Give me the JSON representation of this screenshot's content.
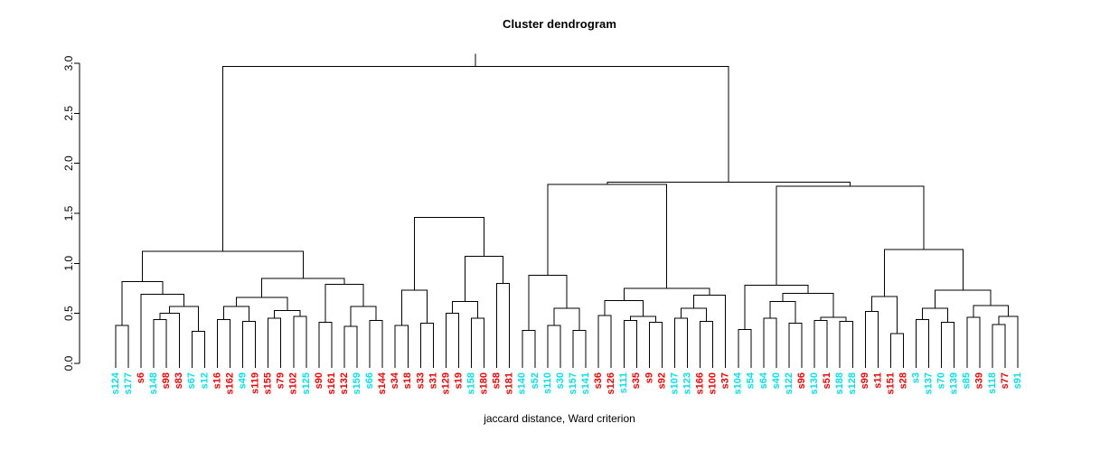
{
  "plot": {
    "title": "Cluster dendrogram",
    "xlabel": "jaccard distance, Ward criterion",
    "ylabel": ""
  },
  "chart_data": {
    "type": "dendrogram",
    "title": "Cluster dendrogram",
    "xlabel": "jaccard distance, Ward criterion",
    "ylabel": "",
    "ylim": [
      0.0,
      3.0
    ],
    "yticks": [
      "0.0",
      "0.5",
      "1.0",
      "1.5",
      "2.0",
      "2.5",
      "3.0"
    ],
    "ytick_values": [
      0.0,
      0.5,
      1.0,
      1.5,
      2.0,
      2.5,
      3.0
    ],
    "grid": false,
    "legend": "none",
    "linkage": "ward",
    "distance_metric": "jaccard",
    "label_colors": {
      "cyan": "#00e5ee",
      "red": "#ff0000"
    },
    "leaves": [
      {
        "label": "s124",
        "color": "cyan"
      },
      {
        "label": "s177",
        "color": "cyan"
      },
      {
        "label": "s6",
        "color": "red"
      },
      {
        "label": "s148",
        "color": "cyan"
      },
      {
        "label": "s98",
        "color": "red"
      },
      {
        "label": "s83",
        "color": "red"
      },
      {
        "label": "s67",
        "color": "cyan"
      },
      {
        "label": "s12",
        "color": "cyan"
      },
      {
        "label": "s16",
        "color": "red"
      },
      {
        "label": "s162",
        "color": "red"
      },
      {
        "label": "s49",
        "color": "cyan"
      },
      {
        "label": "s119",
        "color": "red"
      },
      {
        "label": "s155",
        "color": "red"
      },
      {
        "label": "s79",
        "color": "red"
      },
      {
        "label": "s102",
        "color": "red"
      },
      {
        "label": "s125",
        "color": "cyan"
      },
      {
        "label": "s90",
        "color": "red"
      },
      {
        "label": "s161",
        "color": "red"
      },
      {
        "label": "s132",
        "color": "red"
      },
      {
        "label": "s159",
        "color": "cyan"
      },
      {
        "label": "s66",
        "color": "cyan"
      },
      {
        "label": "s144",
        "color": "red"
      },
      {
        "label": "s34",
        "color": "red"
      },
      {
        "label": "s18",
        "color": "red"
      },
      {
        "label": "s33",
        "color": "red"
      },
      {
        "label": "s31",
        "color": "red"
      },
      {
        "label": "s129",
        "color": "red"
      },
      {
        "label": "s19",
        "color": "red"
      },
      {
        "label": "s158",
        "color": "cyan"
      },
      {
        "label": "s180",
        "color": "red"
      },
      {
        "label": "s58",
        "color": "red"
      },
      {
        "label": "s181",
        "color": "red"
      },
      {
        "label": "s140",
        "color": "cyan"
      },
      {
        "label": "s52",
        "color": "cyan"
      },
      {
        "label": "s110",
        "color": "cyan"
      },
      {
        "label": "s30",
        "color": "cyan"
      },
      {
        "label": "s157",
        "color": "cyan"
      },
      {
        "label": "s141",
        "color": "cyan"
      },
      {
        "label": "s36",
        "color": "red"
      },
      {
        "label": "s126",
        "color": "red"
      },
      {
        "label": "s111",
        "color": "cyan"
      },
      {
        "label": "s35",
        "color": "red"
      },
      {
        "label": "s9",
        "color": "red"
      },
      {
        "label": "s92",
        "color": "red"
      },
      {
        "label": "s107",
        "color": "cyan"
      },
      {
        "label": "s123",
        "color": "cyan"
      },
      {
        "label": "s166",
        "color": "red"
      },
      {
        "label": "s100",
        "color": "red"
      },
      {
        "label": "s37",
        "color": "red"
      },
      {
        "label": "s104",
        "color": "cyan"
      },
      {
        "label": "s54",
        "color": "cyan"
      },
      {
        "label": "s64",
        "color": "cyan"
      },
      {
        "label": "s40",
        "color": "cyan"
      },
      {
        "label": "s122",
        "color": "cyan"
      },
      {
        "label": "s96",
        "color": "red"
      },
      {
        "label": "s130",
        "color": "cyan"
      },
      {
        "label": "s51",
        "color": "red"
      },
      {
        "label": "s188",
        "color": "cyan"
      },
      {
        "label": "s128",
        "color": "cyan"
      },
      {
        "label": "s99",
        "color": "red"
      },
      {
        "label": "s11",
        "color": "red"
      },
      {
        "label": "s151",
        "color": "red"
      },
      {
        "label": "s28",
        "color": "red"
      },
      {
        "label": "s3",
        "color": "cyan"
      },
      {
        "label": "s137",
        "color": "cyan"
      },
      {
        "label": "s70",
        "color": "cyan"
      },
      {
        "label": "s139",
        "color": "cyan"
      },
      {
        "label": "s85",
        "color": "cyan"
      },
      {
        "label": "s39",
        "color": "red"
      },
      {
        "label": "s118",
        "color": "cyan"
      },
      {
        "label": "s77",
        "color": "red"
      },
      {
        "label": "s91",
        "color": "cyan"
      }
    ],
    "merges": [
      {
        "id": "m1",
        "left": {
          "leaf": 0
        },
        "right": {
          "leaf": 1
        },
        "height": 0.38
      },
      {
        "id": "m2",
        "left": {
          "leaf": 3
        },
        "right": {
          "leaf": 4
        },
        "height": 0.44
      },
      {
        "id": "m3",
        "left": {
          "node": "m2"
        },
        "right": {
          "leaf": 5
        },
        "height": 0.5
      },
      {
        "id": "m4",
        "left": {
          "leaf": 6
        },
        "right": {
          "leaf": 7
        },
        "height": 0.32
      },
      {
        "id": "m5",
        "left": {
          "node": "m3"
        },
        "right": {
          "node": "m4"
        },
        "height": 0.57
      },
      {
        "id": "m6",
        "left": {
          "leaf": 2
        },
        "right": {
          "node": "m5"
        },
        "height": 0.69
      },
      {
        "id": "m7",
        "left": {
          "node": "m1"
        },
        "right": {
          "node": "m6"
        },
        "height": 0.82
      },
      {
        "id": "m8",
        "left": {
          "leaf": 8
        },
        "right": {
          "leaf": 9
        },
        "height": 0.44
      },
      {
        "id": "m9",
        "left": {
          "leaf": 10
        },
        "right": {
          "leaf": 11
        },
        "height": 0.42
      },
      {
        "id": "m10",
        "left": {
          "node": "m8"
        },
        "right": {
          "node": "m9"
        },
        "height": 0.57
      },
      {
        "id": "m11",
        "left": {
          "leaf": 12
        },
        "right": {
          "leaf": 13
        },
        "height": 0.45
      },
      {
        "id": "m12",
        "left": {
          "leaf": 14
        },
        "right": {
          "leaf": 15
        },
        "height": 0.47
      },
      {
        "id": "m13",
        "left": {
          "node": "m11"
        },
        "right": {
          "node": "m12"
        },
        "height": 0.53
      },
      {
        "id": "m14",
        "left": {
          "node": "m10"
        },
        "right": {
          "node": "m13"
        },
        "height": 0.66
      },
      {
        "id": "m15",
        "left": {
          "leaf": 16
        },
        "right": {
          "leaf": 17
        },
        "height": 0.41
      },
      {
        "id": "m16",
        "left": {
          "leaf": 18
        },
        "right": {
          "leaf": 19
        },
        "height": 0.37
      },
      {
        "id": "m17",
        "left": {
          "leaf": 20
        },
        "right": {
          "leaf": 21
        },
        "height": 0.43
      },
      {
        "id": "m18",
        "left": {
          "node": "m16"
        },
        "right": {
          "node": "m17"
        },
        "height": 0.57
      },
      {
        "id": "m19",
        "left": {
          "node": "m15"
        },
        "right": {
          "node": "m18"
        },
        "height": 0.79
      },
      {
        "id": "m20",
        "left": {
          "node": "m14"
        },
        "right": {
          "node": "m19"
        },
        "height": 0.85
      },
      {
        "id": "m21",
        "left": {
          "node": "m7"
        },
        "right": {
          "node": "m20"
        },
        "height": 1.12
      },
      {
        "id": "m22",
        "left": {
          "leaf": 22
        },
        "right": {
          "leaf": 23
        },
        "height": 0.38
      },
      {
        "id": "m23",
        "left": {
          "leaf": 24
        },
        "right": {
          "leaf": 25
        },
        "height": 0.4
      },
      {
        "id": "m24",
        "left": {
          "node": "m22"
        },
        "right": {
          "node": "m23"
        },
        "height": 0.73
      },
      {
        "id": "m25",
        "left": {
          "leaf": 26
        },
        "right": {
          "leaf": 27
        },
        "height": 0.5
      },
      {
        "id": "m26",
        "left": {
          "leaf": 28
        },
        "right": {
          "leaf": 29
        },
        "height": 0.45
      },
      {
        "id": "m27",
        "left": {
          "node": "m25"
        },
        "right": {
          "node": "m26"
        },
        "height": 0.62
      },
      {
        "id": "m28",
        "left": {
          "leaf": 30
        },
        "right": {
          "leaf": 31
        },
        "height": 0.8
      },
      {
        "id": "m29",
        "left": {
          "node": "m27"
        },
        "right": {
          "node": "m28"
        },
        "height": 1.07
      },
      {
        "id": "m30",
        "left": {
          "node": "m24"
        },
        "right": {
          "node": "m29"
        },
        "height": 1.46
      },
      {
        "id": "m31",
        "left": {
          "leaf": 32
        },
        "right": {
          "leaf": 33
        },
        "height": 0.33
      },
      {
        "id": "m32",
        "left": {
          "leaf": 34
        },
        "right": {
          "leaf": 35
        },
        "height": 0.38
      },
      {
        "id": "m33",
        "left": {
          "leaf": 36
        },
        "right": {
          "leaf": 37
        },
        "height": 0.33
      },
      {
        "id": "m34",
        "left": {
          "node": "m32"
        },
        "right": {
          "node": "m33"
        },
        "height": 0.55
      },
      {
        "id": "m35",
        "left": {
          "node": "m31"
        },
        "right": {
          "node": "m34"
        },
        "height": 0.88
      },
      {
        "id": "m36",
        "left": {
          "leaf": 38
        },
        "right": {
          "leaf": 39
        },
        "height": 0.48
      },
      {
        "id": "m37",
        "left": {
          "leaf": 40
        },
        "right": {
          "leaf": 41
        },
        "height": 0.43
      },
      {
        "id": "m38",
        "left": {
          "leaf": 42
        },
        "right": {
          "leaf": 43
        },
        "height": 0.41
      },
      {
        "id": "m39",
        "left": {
          "node": "m37"
        },
        "right": {
          "node": "m38"
        },
        "height": 0.47
      },
      {
        "id": "m40",
        "left": {
          "node": "m36"
        },
        "right": {
          "node": "m39"
        },
        "height": 0.63
      },
      {
        "id": "m41",
        "left": {
          "leaf": 44
        },
        "right": {
          "leaf": 45
        },
        "height": 0.45
      },
      {
        "id": "m42",
        "left": {
          "leaf": 46
        },
        "right": {
          "leaf": 47
        },
        "height": 0.42
      },
      {
        "id": "m43",
        "left": {
          "node": "m41"
        },
        "right": {
          "node": "m42"
        },
        "height": 0.55
      },
      {
        "id": "m44",
        "left": {
          "node": "m43"
        },
        "right": {
          "leaf": 48
        },
        "height": 0.68
      },
      {
        "id": "m45",
        "left": {
          "node": "m40"
        },
        "right": {
          "node": "m44"
        },
        "height": 0.75
      },
      {
        "id": "m46",
        "left": {
          "node": "m35"
        },
        "right": {
          "node": "m45"
        },
        "height": 1.79
      },
      {
        "id": "m47",
        "left": {
          "leaf": 49
        },
        "right": {
          "leaf": 50
        },
        "height": 0.34
      },
      {
        "id": "m48",
        "left": {
          "leaf": 51
        },
        "right": {
          "leaf": 52
        },
        "height": 0.45
      },
      {
        "id": "m49",
        "left": {
          "leaf": 53
        },
        "right": {
          "leaf": 54
        },
        "height": 0.4
      },
      {
        "id": "m50",
        "left": {
          "node": "m48"
        },
        "right": {
          "node": "m49"
        },
        "height": 0.62
      },
      {
        "id": "m51",
        "left": {
          "leaf": 55
        },
        "right": {
          "leaf": 56
        },
        "height": 0.43
      },
      {
        "id": "m52",
        "left": {
          "leaf": 57
        },
        "right": {
          "leaf": 58
        },
        "height": 0.42
      },
      {
        "id": "m53",
        "left": {
          "node": "m51"
        },
        "right": {
          "node": "m52"
        },
        "height": 0.46
      },
      {
        "id": "m54",
        "left": {
          "node": "m50"
        },
        "right": {
          "node": "m53"
        },
        "height": 0.7
      },
      {
        "id": "m55",
        "left": {
          "node": "m47"
        },
        "right": {
          "node": "m54"
        },
        "height": 0.78
      },
      {
        "id": "m56",
        "left": {
          "leaf": 59
        },
        "right": {
          "leaf": 60
        },
        "height": 0.52
      },
      {
        "id": "m57",
        "left": {
          "leaf": 61
        },
        "right": {
          "leaf": 62
        },
        "height": 0.3
      },
      {
        "id": "m58",
        "left": {
          "node": "m56"
        },
        "right": {
          "node": "m57"
        },
        "height": 0.67
      },
      {
        "id": "m59",
        "left": {
          "leaf": 63
        },
        "right": {
          "leaf": 64
        },
        "height": 0.44
      },
      {
        "id": "m60",
        "left": {
          "leaf": 65
        },
        "right": {
          "leaf": 66
        },
        "height": 0.41
      },
      {
        "id": "m61",
        "left": {
          "node": "m59"
        },
        "right": {
          "node": "m60"
        },
        "height": 0.55
      },
      {
        "id": "m62",
        "left": {
          "leaf": 67
        },
        "right": {
          "leaf": 68
        },
        "height": 0.46
      },
      {
        "id": "m63",
        "left": {
          "leaf": 69
        },
        "right": {
          "leaf": 70
        },
        "height": 0.39
      },
      {
        "id": "m64",
        "left": {
          "node": "m63"
        },
        "right": {
          "leaf": 71
        },
        "height": 0.47
      },
      {
        "id": "m65",
        "left": {
          "node": "m62"
        },
        "right": {
          "node": "m64"
        },
        "height": 0.58
      },
      {
        "id": "m66",
        "left": {
          "node": "m61"
        },
        "right": {
          "node": "m65"
        },
        "height": 0.73
      },
      {
        "id": "m67",
        "left": {
          "node": "m58"
        },
        "right": {
          "node": "m66"
        },
        "height": 1.14
      },
      {
        "id": "m68",
        "left": {
          "node": "m55"
        },
        "right": {
          "node": "m67"
        },
        "height": 1.77
      },
      {
        "id": "m69",
        "left": {
          "node": "m46"
        },
        "right": {
          "node": "m68"
        },
        "height": 1.81
      },
      {
        "id": "m70",
        "left": {
          "node": "m21"
        },
        "right": {
          "node": "m69"
        },
        "height": 2.97
      }
    ]
  }
}
